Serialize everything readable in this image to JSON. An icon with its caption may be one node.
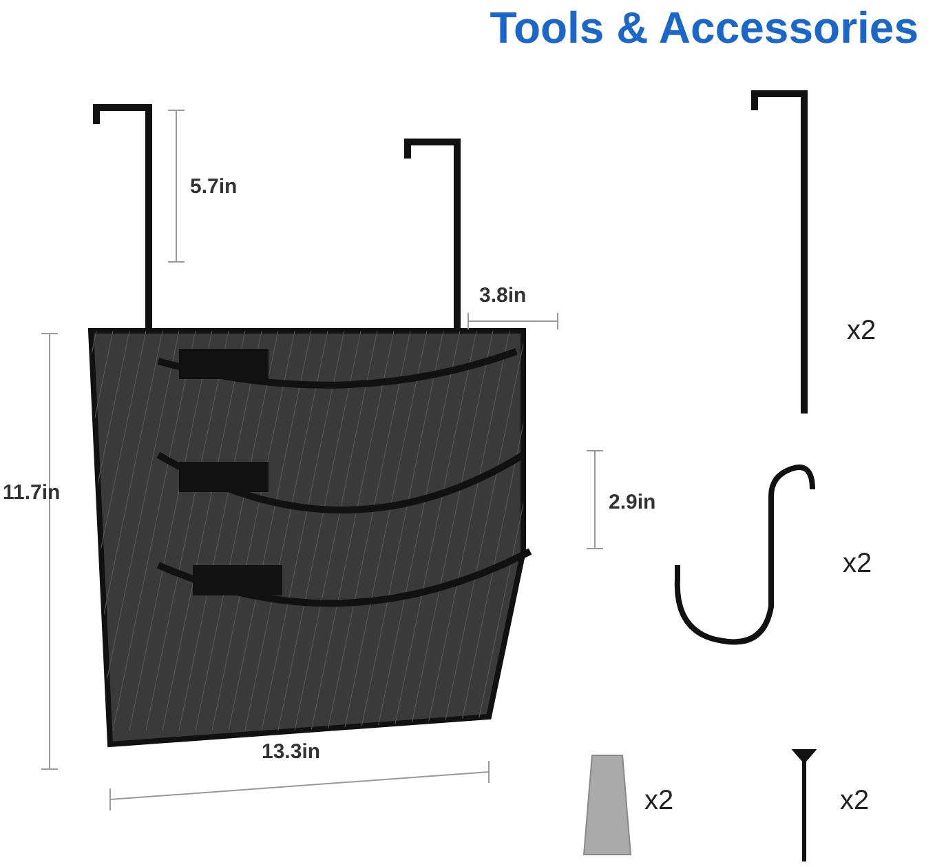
{
  "diagram": {
    "title": "Tools & Accessories",
    "labels": [
      "5.7in",
      "3.8in",
      "x2",
      "11.7in",
      "2.9in",
      "x2",
      "13.3in",
      "x2",
      "x2"
    ]
  }
}
